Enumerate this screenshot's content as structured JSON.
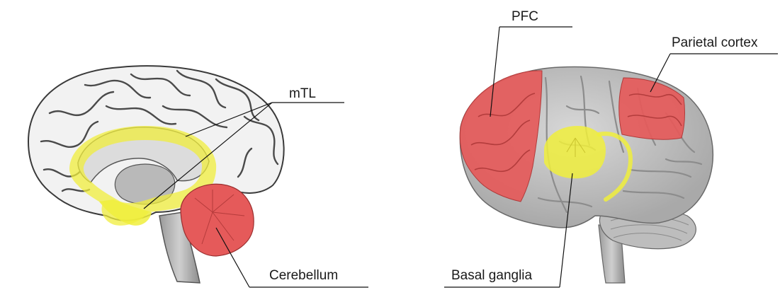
{
  "labels": {
    "mtl": "mTL",
    "cerebellum": "Cerebellum",
    "pfc": "PFC",
    "parietal": "Parietal cortex",
    "basal": "Basal ganglia"
  },
  "colors": {
    "highlight_yellow": "#f0ee3c",
    "highlight_red": "#e55a5a",
    "cortex_white": "#f2f2f2",
    "cortex_gray": "#c4c4c4",
    "outline": "#333333",
    "leader_line": "#111111"
  }
}
